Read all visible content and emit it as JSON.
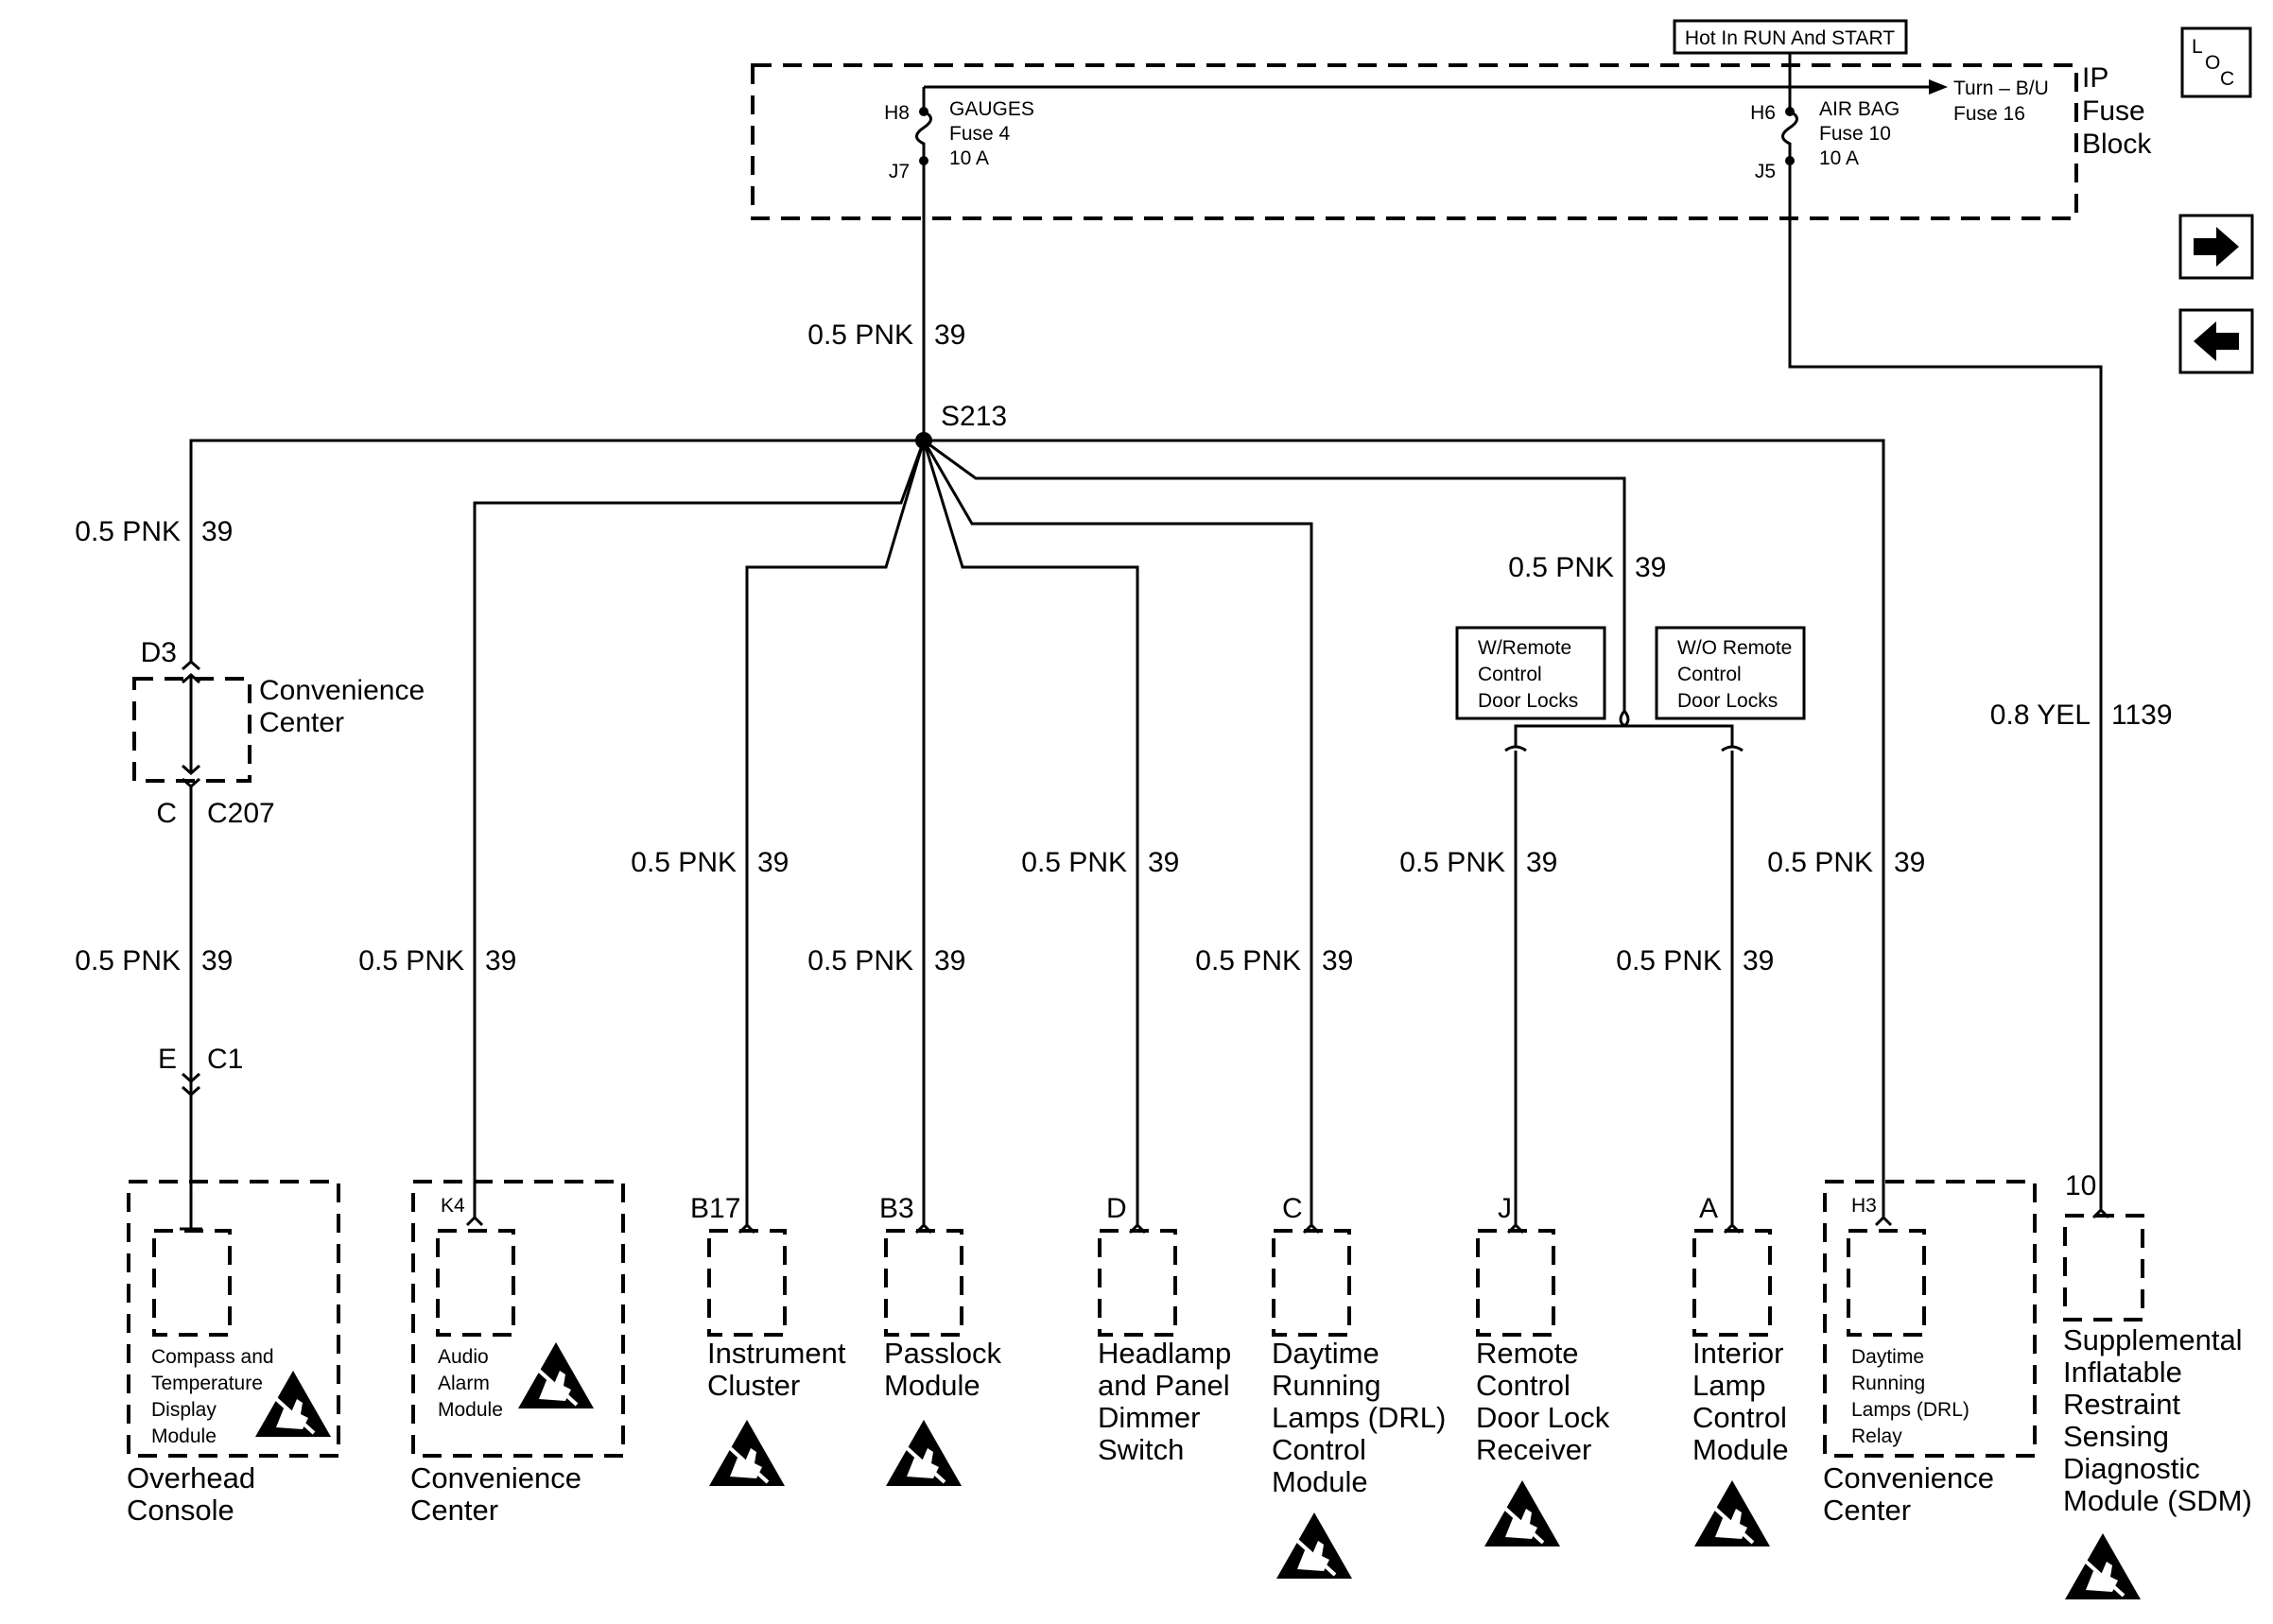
{
  "header": {
    "hot_label": "Hot In RUN And START",
    "loc_letters": [
      "L",
      "O",
      "C"
    ]
  },
  "fuse_block": {
    "title_lines": [
      "IP",
      "Fuse",
      "Block"
    ],
    "gauges": {
      "name": "GAUGES",
      "fuse": "Fuse 4",
      "rating": "10 A",
      "in_pin": "H8",
      "out_pin": "J7"
    },
    "airbag": {
      "name": "AIR BAG",
      "fuse": "Fuse 10",
      "rating": "10 A",
      "in_pin": "H6",
      "out_pin": "J5"
    },
    "arrow_lines": [
      "Turn – B/U",
      "Fuse 16"
    ]
  },
  "splice": {
    "name": "S213"
  },
  "wire": {
    "size_color": "0.5 PNK",
    "circuit": "39"
  },
  "sdm_wire": {
    "size_color": "0.8 YEL",
    "circuit": "1139"
  },
  "connectors": {
    "d3": "D3",
    "c207_pin": "C",
    "c207": "C207",
    "c1_pin": "E",
    "c1": "C1"
  },
  "convenience_center_top": [
    "Convenience",
    "Center"
  ],
  "options": {
    "with_remote": [
      "W/Remote",
      "Control",
      "Door Locks"
    ],
    "without_remote": [
      "W/O Remote",
      "Control",
      "Door Locks"
    ]
  },
  "components": [
    {
      "pin": "",
      "inner": [
        "Compass and",
        "Temperature",
        "Display",
        "Module"
      ],
      "label": [
        "Overhead",
        "Console"
      ]
    },
    {
      "pin": "K4",
      "inner": [
        "Audio",
        "Alarm",
        "Module"
      ],
      "label": [
        "Convenience",
        "Center"
      ]
    },
    {
      "pin": "B17",
      "inner": [],
      "label": [
        "Instrument",
        "Cluster"
      ]
    },
    {
      "pin": "B3",
      "inner": [],
      "label": [
        "Passlock",
        "Module"
      ]
    },
    {
      "pin": "D",
      "inner": [],
      "label": [
        "Headlamp",
        "and Panel",
        "Dimmer",
        "Switch"
      ]
    },
    {
      "pin": "C",
      "inner": [],
      "label": [
        "Daytime",
        "Running",
        "Lamps (DRL)",
        "Control",
        "Module"
      ]
    },
    {
      "pin": "J",
      "inner": [],
      "label": [
        "Remote",
        "Control",
        "Door Lock",
        "Receiver"
      ]
    },
    {
      "pin": "A",
      "inner": [],
      "label": [
        "Interior",
        "Lamp",
        "Control",
        "Module"
      ]
    },
    {
      "pin": "H3",
      "inner": [
        "Daytime",
        "Running",
        "Lamps (DRL)",
        "Relay"
      ],
      "label": [
        "Convenience",
        "Center"
      ]
    },
    {
      "pin": "10",
      "inner": [],
      "label": [
        "Supplemental",
        "Inflatable",
        "Restraint",
        "Sensing",
        "Diagnostic",
        "Module (SDM)"
      ]
    }
  ],
  "icons": {
    "loc": "loc-icon",
    "next": "arrow-right-icon",
    "prev": "arrow-left-icon",
    "esd": "esd-warning-icon"
  }
}
